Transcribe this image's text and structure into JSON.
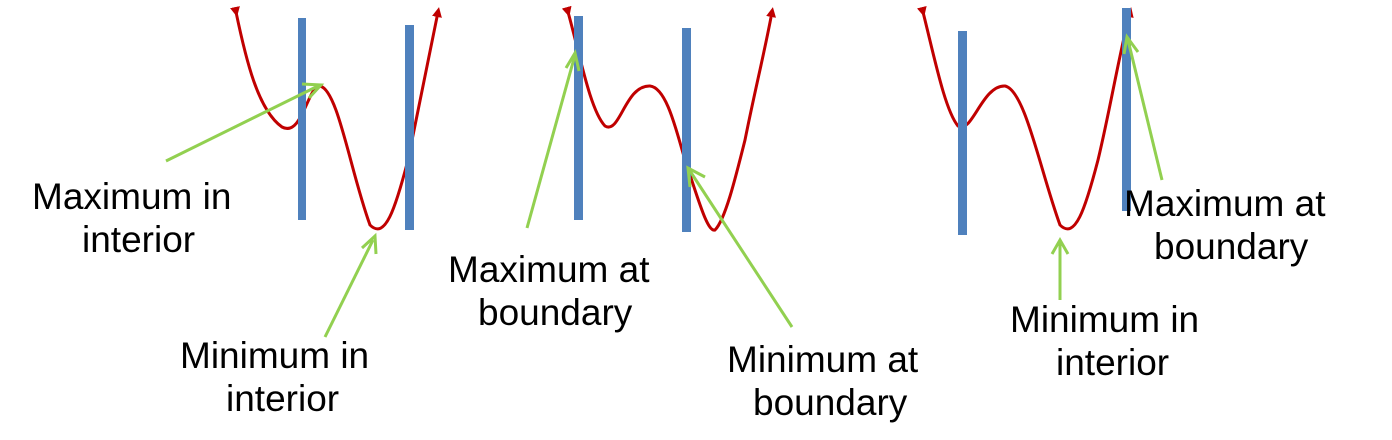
{
  "colors": {
    "curve": "#c00000",
    "boundary": "#4f81bd",
    "pointer": "#92d050",
    "text": "#000000"
  },
  "panels": [
    {
      "labels": [
        {
          "line1": "Maximum in",
          "line2": "interior"
        },
        {
          "line1": "Minimum in",
          "line2": "interior"
        }
      ]
    },
    {
      "labels": [
        {
          "line1": "Maximum at",
          "line2": "boundary"
        },
        {
          "line1": "Minimum at",
          "line2": "boundary"
        }
      ]
    },
    {
      "labels": [
        {
          "line1": "Minimum in",
          "line2": "interior"
        },
        {
          "line1": "Maximum at",
          "line2": "boundary"
        }
      ]
    }
  ]
}
